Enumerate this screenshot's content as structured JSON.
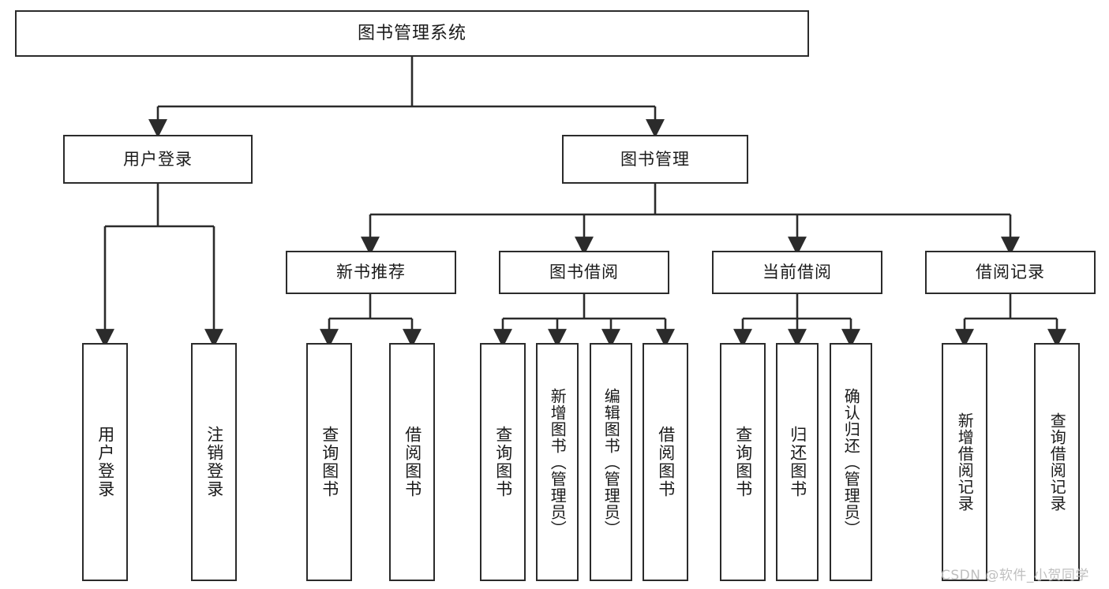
{
  "diagram": {
    "title": "图书管理系统",
    "type": "tree-hierarchy",
    "stroke_color": "#2b2b2b",
    "background_color": "#ffffff",
    "text_color": "#1a1a1a"
  },
  "nodes": {
    "root": {
      "label": "图书管理系统"
    },
    "level2": [
      {
        "label": "用户登录"
      },
      {
        "label": "图书管理"
      }
    ],
    "level3": [
      {
        "label": "新书推荐"
      },
      {
        "label": "图书借阅"
      },
      {
        "label": "当前借阅"
      },
      {
        "label": "借阅记录"
      }
    ],
    "leaves_user_login": [
      {
        "label": "用户登录"
      },
      {
        "label": "注销登录"
      }
    ],
    "leaves_new_book": [
      {
        "label": "查询图书"
      },
      {
        "label": "借阅图书"
      }
    ],
    "leaves_borrow": [
      {
        "label": "查询图书"
      },
      {
        "label": "新增图书（管理员）"
      },
      {
        "label": "编辑图书（管理员）"
      },
      {
        "label": "借阅图书"
      }
    ],
    "leaves_current": [
      {
        "label": "查询图书"
      },
      {
        "label": "归还图书"
      },
      {
        "label": "确认归还（管理员）"
      }
    ],
    "leaves_records": [
      {
        "label": "新增借阅记录"
      },
      {
        "label": "查询借阅记录"
      }
    ]
  },
  "watermark": {
    "text": "CSDN @软件_小贺同学"
  }
}
